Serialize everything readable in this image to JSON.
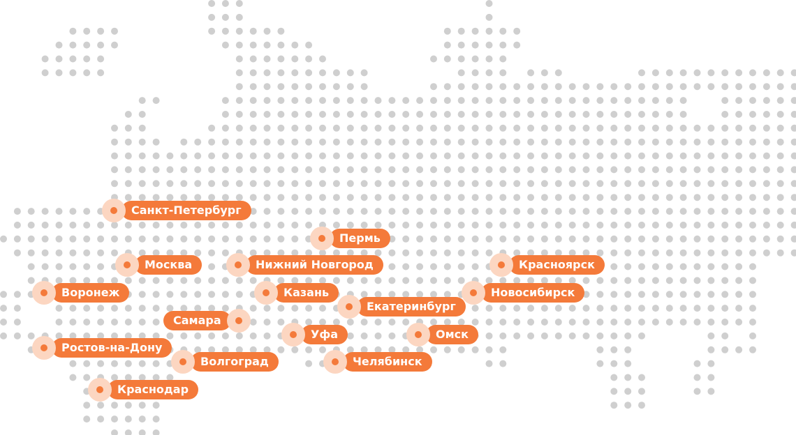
{
  "map": {
    "dot_color": "#cfcfcf",
    "marker_color": "#f47a3a",
    "halo_color": "#fcd6c1"
  },
  "cities": [
    {
      "name": "Санкт-Петербург"
    },
    {
      "name": "Пермь"
    },
    {
      "name": "Москва"
    },
    {
      "name": "Нижний Новгород"
    },
    {
      "name": "Красноярск"
    },
    {
      "name": "Воронеж"
    },
    {
      "name": "Казань"
    },
    {
      "name": "Новосибирск"
    },
    {
      "name": "Екатеринбург"
    },
    {
      "name": "Самара"
    },
    {
      "name": "Уфа"
    },
    {
      "name": "Омск"
    },
    {
      "name": "Ростов-на-Дону"
    },
    {
      "name": "Волгоград"
    },
    {
      "name": "Челябинск"
    },
    {
      "name": "Краснодар"
    }
  ]
}
